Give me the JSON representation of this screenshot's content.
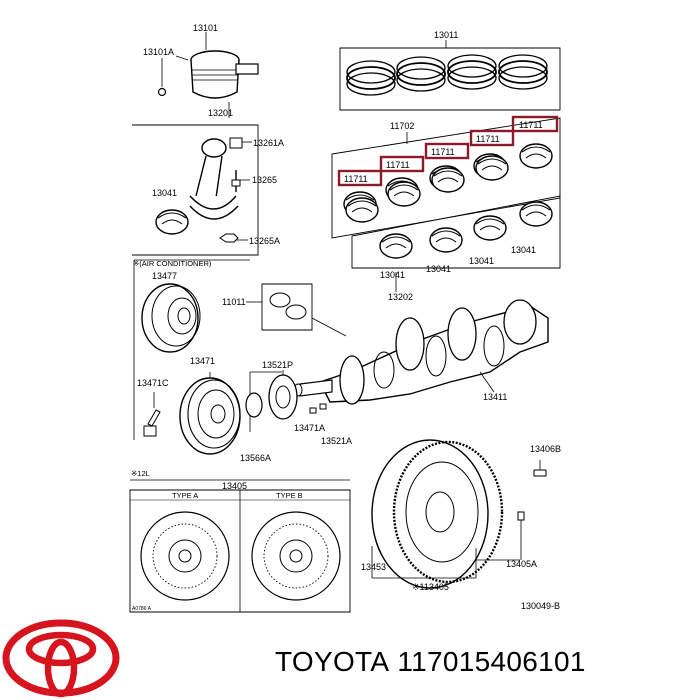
{
  "diagram": {
    "labels": {
      "piston": "13101",
      "piston_pin_clip": "13101A",
      "piston_rings": "13011",
      "connecting_rod": "13201",
      "rod_bolt": "13261A",
      "rod_nut": "13265",
      "rod_cap_nut": "13265A",
      "rod_bearing": "13041",
      "main_bearing_set": "11702",
      "main_bearing_1": "11711",
      "main_bearing_2": "11711",
      "main_bearing_3": "11711",
      "main_bearing_4": "11711",
      "main_bearing_5": "11711",
      "rod_bearing_a": "13041",
      "rod_bearing_b": "13041",
      "rod_bearing_c": "13041",
      "rod_bearing_d": "13041",
      "rod_bearing_set": "13202",
      "air_conditioner_note": "※(AIR CONDITIONER)",
      "ac_pulley": "13477",
      "thrust_washer": "11011",
      "crank_pulley": "13471",
      "crank_pulley_bolt": "13471C",
      "timing_gear": "13521P",
      "pulley_key": "13471A",
      "gear_key": "13521A",
      "timing_gear_washer": "13566A",
      "crankshaft": "13411",
      "flywheel_bolt": "13406B",
      "note_12l": "※12L",
      "drive_plate": "13405",
      "type_a": "TYPE A",
      "type_b": "TYPE B",
      "flywheel": "13453",
      "flywheel_dowel": "13405A",
      "ring_gear": "※113405",
      "diagram_code": "130049-B",
      "small_note": "A0786 A"
    }
  },
  "footer": {
    "brand": "TOYOTA",
    "part_number": "117015406101"
  }
}
